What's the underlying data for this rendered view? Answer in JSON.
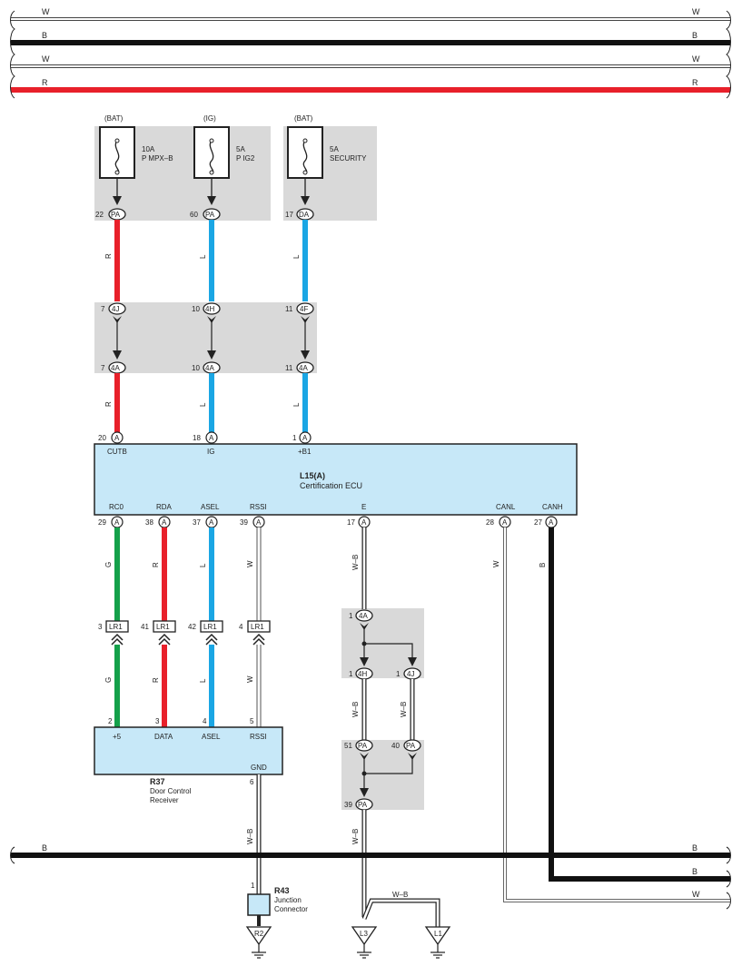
{
  "bus_top": [
    {
      "label": "W",
      "color": "#ffffff"
    },
    {
      "label": "B",
      "color": "#111111"
    },
    {
      "label": "W",
      "color": "#ffffff"
    },
    {
      "label": "R",
      "color": "#e8202a"
    }
  ],
  "fuses": [
    {
      "source": "(BAT)",
      "rating": "10A",
      "name": "P MPX–B",
      "pin": "22",
      "conn": "PA"
    },
    {
      "source": "(IG)",
      "rating": "5A",
      "name": "P IG2",
      "pin": "60",
      "conn": "PA"
    },
    {
      "source": "(BAT)",
      "rating": "5A",
      "name": "SECURITY",
      "pin": "17",
      "conn": "DA"
    }
  ],
  "wires_top": [
    {
      "label": "R",
      "color": "#e8202a",
      "label2": "R"
    },
    {
      "label": "L",
      "color": "#1aa6e4",
      "label2": "L"
    },
    {
      "label": "L",
      "color": "#1aa6e4",
      "label2": "L"
    }
  ],
  "jb_top": [
    {
      "pin_a": "7",
      "conn_a": "4J",
      "pin_b": "7",
      "conn_b": "4A"
    },
    {
      "pin_a": "10",
      "conn_a": "4H",
      "pin_b": "10",
      "conn_b": "4A"
    },
    {
      "pin_a": "11",
      "conn_a": "4F",
      "pin_b": "11",
      "conn_b": "4A"
    }
  ],
  "ecu": {
    "ref": "L15(A)",
    "name": "Certification ECU",
    "top_pins": [
      {
        "pin": "20",
        "conn": "A",
        "label": "CUTB"
      },
      {
        "pin": "18",
        "conn": "A",
        "label": "IG"
      },
      {
        "pin": "1",
        "conn": "A",
        "label": "+B1"
      }
    ],
    "bottom_pins": [
      {
        "pin": "29",
        "conn": "A",
        "label": "RC0"
      },
      {
        "pin": "38",
        "conn": "A",
        "label": "RDA"
      },
      {
        "pin": "37",
        "conn": "A",
        "label": "ASEL"
      },
      {
        "pin": "39",
        "conn": "A",
        "label": "RSSI"
      },
      {
        "pin": "17",
        "conn": "A",
        "label": "E"
      },
      {
        "pin": "28",
        "conn": "A",
        "label": "CANL"
      },
      {
        "pin": "27",
        "conn": "A",
        "label": "CANH"
      }
    ]
  },
  "lr1": [
    {
      "pin": "3",
      "conn": "LR1",
      "wire": "G",
      "color": "#14a04a"
    },
    {
      "pin": "41",
      "conn": "LR1",
      "wire": "R",
      "color": "#e8202a"
    },
    {
      "pin": "42",
      "conn": "LR1",
      "wire": "L",
      "color": "#1aa6e4"
    },
    {
      "pin": "4",
      "conn": "LR1",
      "wire": "W",
      "color": "#ffffff"
    }
  ],
  "receiver": {
    "ref": "R37",
    "name_line1": "Door Control",
    "name_line2": "Receiver",
    "pins": [
      {
        "pin": "2",
        "label": "+5"
      },
      {
        "pin": "3",
        "label": "DATA"
      },
      {
        "pin": "4",
        "label": "ASEL"
      },
      {
        "pin": "5",
        "label": "RSSI"
      }
    ],
    "gnd_label": "GND",
    "gnd_pin": "6"
  },
  "ground_path": {
    "wire": "W–B",
    "j1": {
      "pin": "1",
      "conn": "4A"
    },
    "j2": {
      "pin": "1",
      "conn": "4H"
    },
    "j3": {
      "pin": "1",
      "conn": "4J"
    },
    "j4": {
      "pin": "51",
      "conn": "PA"
    },
    "j5": {
      "pin": "40",
      "conn": "PA"
    },
    "j6": {
      "pin": "39",
      "conn": "PA"
    }
  },
  "junction": {
    "ref": "R43",
    "line1": "Junction",
    "line2": "Connector",
    "pin": "1"
  },
  "grounds": [
    "R2",
    "L3",
    "L1"
  ],
  "can_wires": {
    "canl": "W",
    "canh": "B"
  },
  "bus_bottom": [
    {
      "label": "B",
      "color": "#111111"
    },
    {
      "label": "B",
      "color": "#111111"
    },
    {
      "label": "W",
      "color": "#ffffff"
    }
  ]
}
